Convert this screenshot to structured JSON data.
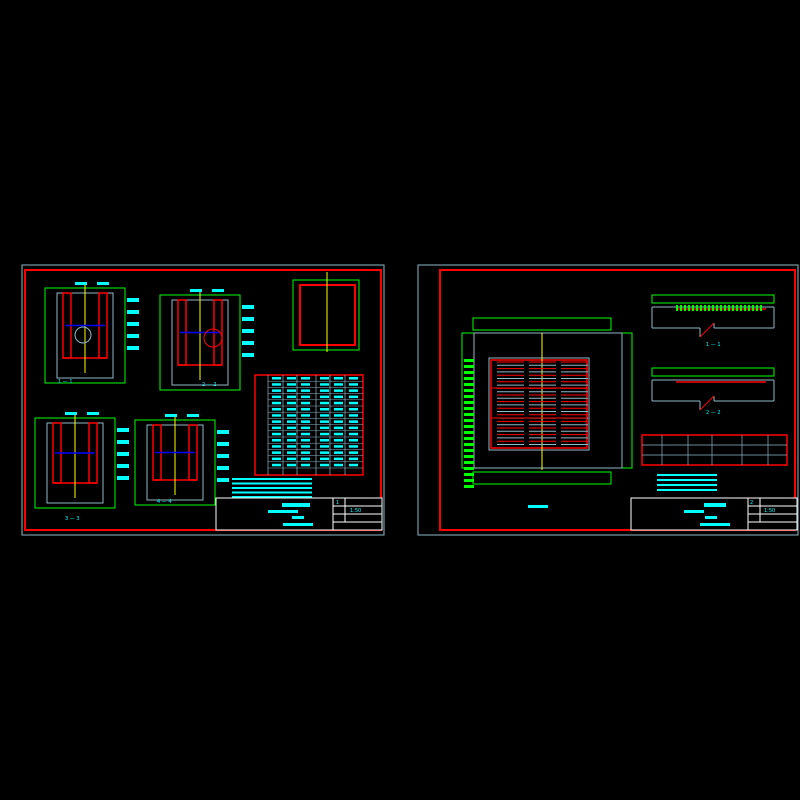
{
  "sheets": [
    {
      "name": "sheet-1",
      "section_labels": [
        "1 — 1",
        "2 — 2",
        "3 — 3",
        "4 — 4"
      ],
      "title_block": {
        "sheet_no": "1",
        "scale": "1:50"
      }
    },
    {
      "name": "sheet-2",
      "section_labels": [
        "1 — 1",
        "2 — 2"
      ],
      "title_block": {
        "sheet_no": "2",
        "scale": "1:50"
      }
    }
  ],
  "colors": {
    "frame": "#ff0000",
    "border": "#8fb8c8",
    "dim": "#00ff00",
    "text": "#00ffff",
    "title": "#ffffff",
    "axis": "#ffff00",
    "rebar": "#0000ff"
  }
}
